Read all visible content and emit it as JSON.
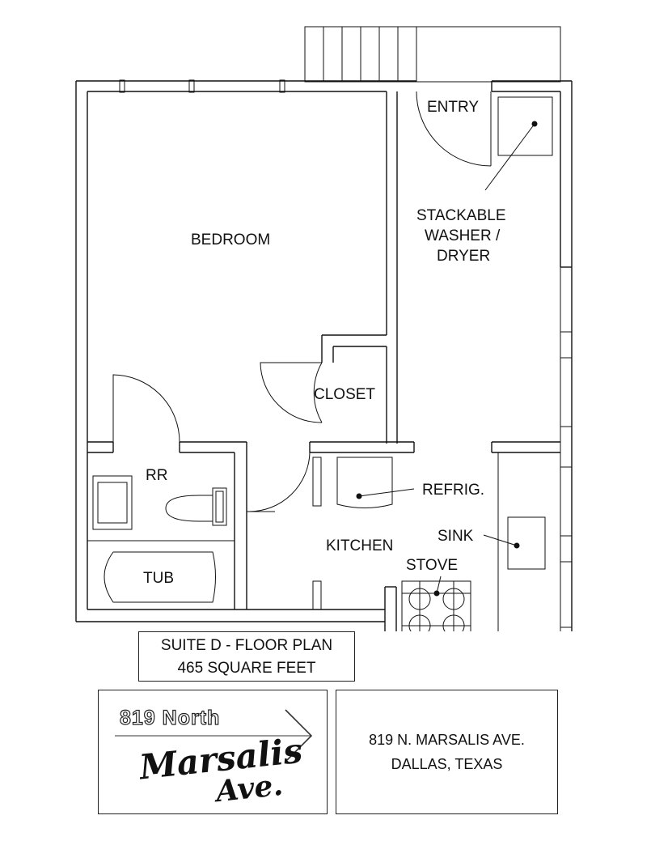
{
  "rooms": {
    "entry": "ENTRY",
    "washer_line1": "STACKABLE",
    "washer_line2": "WASHER /",
    "washer_line3": "DRYER",
    "bedroom": "BEDROOM",
    "closet": "CLOSET",
    "rr": "RR",
    "refrig": "REFRIG.",
    "sink": "SINK",
    "kitchen": "KITCHEN",
    "stove": "STOVE",
    "tub": "TUB"
  },
  "title_box": {
    "line1": "SUITE D - FLOOR PLAN",
    "line2": "465 SQUARE FEET"
  },
  "logo": {
    "top": "819 North",
    "script1": "Marsalis",
    "script2": "Ave."
  },
  "address": {
    "line1": "819 N. MARSALIS AVE.",
    "line2": "DALLAS, TEXAS"
  }
}
